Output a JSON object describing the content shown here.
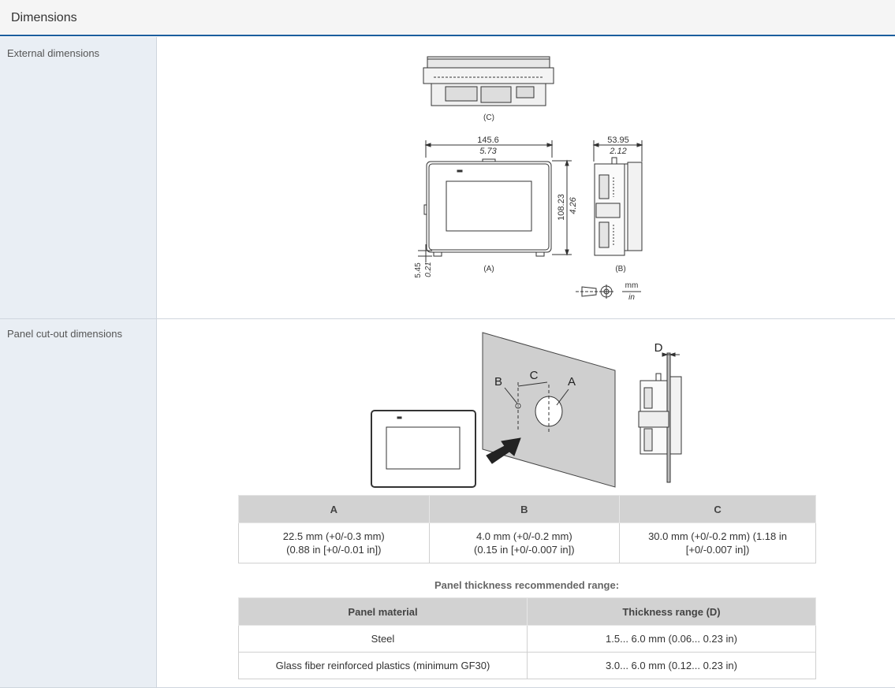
{
  "header": {
    "title": "Dimensions"
  },
  "rows": {
    "external": {
      "label": "External dimensions"
    },
    "cutout": {
      "label": "Panel cut-out dimensions"
    }
  },
  "external_drawing": {
    "view_c": "(C)",
    "view_a": "(A)",
    "view_b": "(B)",
    "width_mm": "145.6",
    "width_in": "5.73",
    "height_mm": "108.23",
    "height_in": "4.26",
    "depth_mm": "53.95",
    "depth_in": "2.12",
    "bottom_mm": "5.45",
    "bottom_in": "0.21",
    "unit_mm": "mm",
    "unit_in": "in"
  },
  "cutout_drawing": {
    "label_a": "A",
    "label_b": "B",
    "label_c": "C",
    "label_d": "D"
  },
  "cutout_table": {
    "headers": [
      "A",
      "B",
      "C"
    ],
    "row": [
      {
        "line1": "22.5 mm (+0/-0.3 mm)",
        "line2": "(0.88 in [+0/-0.01 in])"
      },
      {
        "line1": "4.0 mm (+0/-0.2 mm)",
        "line2": "(0.15 in [+0/-0.007 in])"
      },
      {
        "line1": "30.0 mm (+0/-0.2 mm) (1.18 in",
        "line2": "[+0/-0.007 in])"
      }
    ]
  },
  "thickness": {
    "title": "Panel thickness recommended range:",
    "headers": [
      "Panel material",
      "Thickness range (D)"
    ],
    "rows": [
      [
        "Steel",
        "1.5... 6.0 mm (0.06... 0.23 in)"
      ],
      [
        "Glass fiber reinforced plastics (minimum GF30)",
        "3.0... 6.0 mm (0.12... 0.23 in)"
      ]
    ]
  }
}
